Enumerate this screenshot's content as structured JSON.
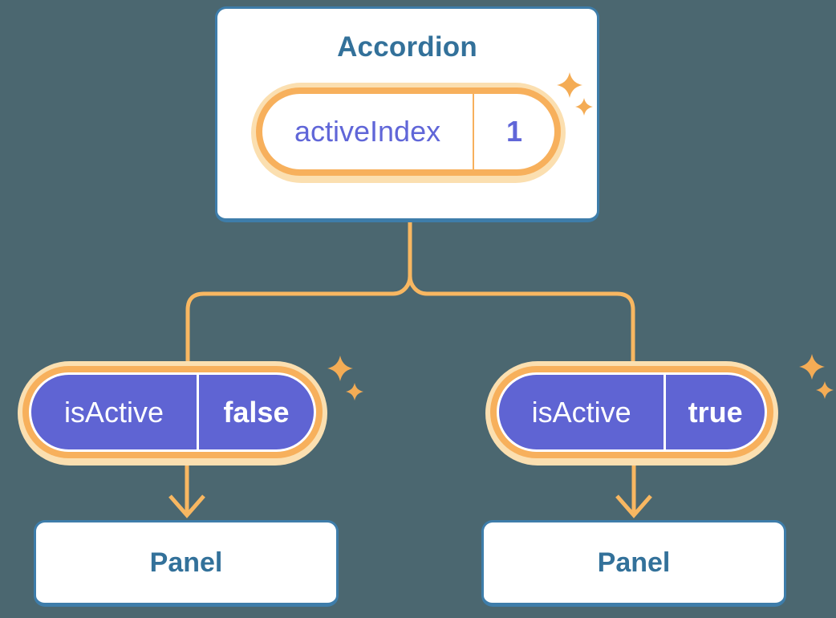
{
  "root": {
    "title": "Accordion",
    "state": {
      "name": "activeIndex",
      "value": "1"
    }
  },
  "children": [
    {
      "prop": {
        "name": "isActive",
        "value": "false"
      },
      "panel_label": "Panel"
    },
    {
      "prop": {
        "name": "isActive",
        "value": "true"
      },
      "panel_label": "Panel"
    }
  ],
  "colors": {
    "background": "#4B6770",
    "card_fill": "#FFFFFF",
    "card_border": "#3E7DAA",
    "heading_text": "#33719A",
    "connector_orange": "#F8B761",
    "pill_ring_orange": "#F7B05C",
    "pill_halo_cream": "#FBDFB0",
    "sparkle_orange": "#F4AC55",
    "prop_pill_purple": "#5F64D3",
    "state_text_purple": "#6066D8",
    "prop_text_white": "#FFFFFF"
  },
  "icons": {
    "sparkle": "sparkle-icon"
  }
}
